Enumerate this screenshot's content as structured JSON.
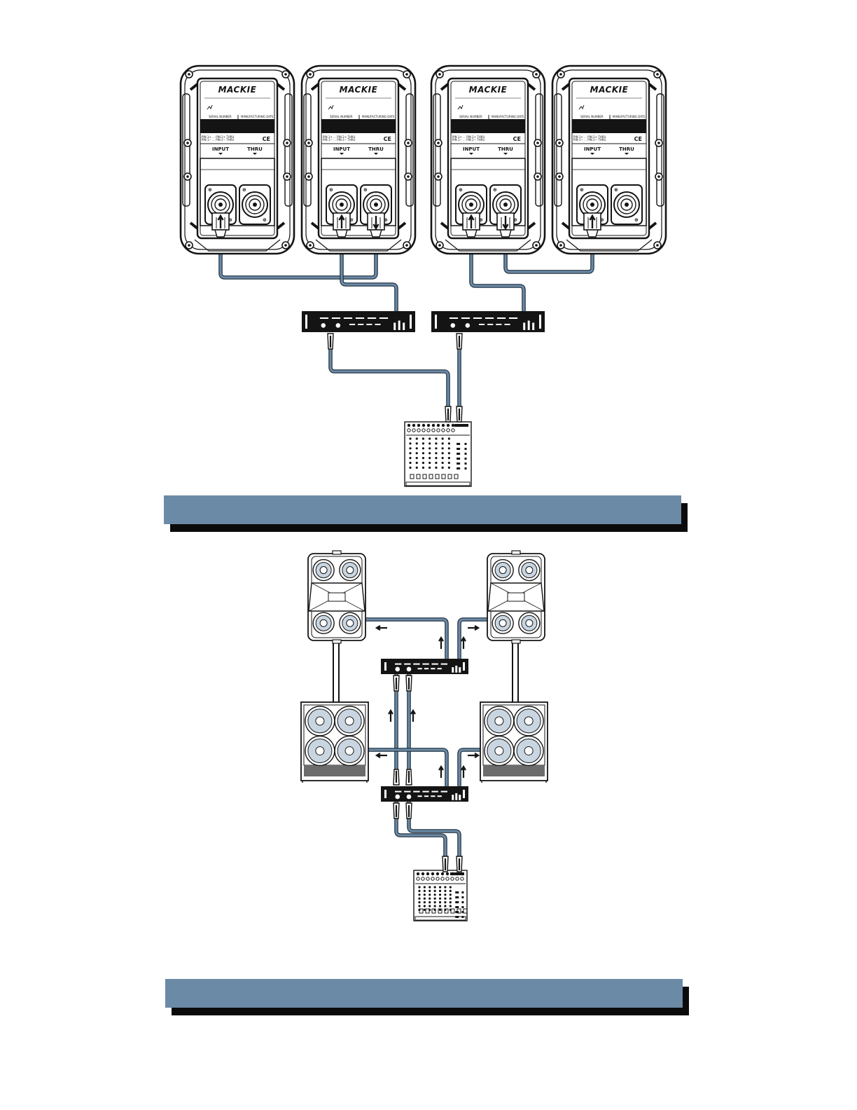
{
  "colors": {
    "cable": "#6b8aa6",
    "banner": "#6b8aa6",
    "banner_shadow": "#0b0b0b",
    "ink": "#141414"
  },
  "top_diagram": {
    "speakers": [
      {
        "brand": "MACKIE",
        "serial_label": "SERIAL NUMBER",
        "mfg_label": "MANUFACTURING DATE",
        "pin_text_1": "PIN 1+ … PIN 2+ THRU",
        "pin_text_2": "PIN 1− … PIN 2− THRU",
        "ce": "CE",
        "input_label": "INPUT",
        "thru_label": "THRU"
      },
      {
        "brand": "MACKIE",
        "serial_label": "SERIAL NUMBER",
        "mfg_label": "MANUFACTURING DATE",
        "pin_text_1": "PIN 1+ … PIN 2+ THRU",
        "pin_text_2": "PIN 1− … PIN 2− THRU",
        "ce": "CE",
        "input_label": "INPUT",
        "thru_label": "THRU"
      },
      {
        "brand": "MACKIE",
        "serial_label": "SERIAL NUMBER",
        "mfg_label": "MANUFACTURING DATE",
        "pin_text_1": "PIN 1+ … PIN 2+ THRU",
        "pin_text_2": "PIN 1− … PIN 2− THRU",
        "ce": "CE",
        "input_label": "INPUT",
        "thru_label": "THRU"
      },
      {
        "brand": "MACKIE",
        "serial_label": "SERIAL NUMBER",
        "mfg_label": "MANUFACTURING DATE",
        "pin_text_1": "PIN 1+ … PIN 2+ THRU",
        "pin_text_2": "PIN 1− … PIN 2− THRU",
        "ce": "CE",
        "input_label": "INPUT",
        "thru_label": "THRU"
      }
    ],
    "thru_used": [
      false,
      true,
      true,
      false
    ],
    "amplifiers": 2,
    "mixer": "mixer"
  },
  "bottom_diagram": {
    "full_range_speakers": 2,
    "subwoofers": 2,
    "amplifiers": 2,
    "mixer": "mixer"
  },
  "banners": [
    "",
    ""
  ]
}
